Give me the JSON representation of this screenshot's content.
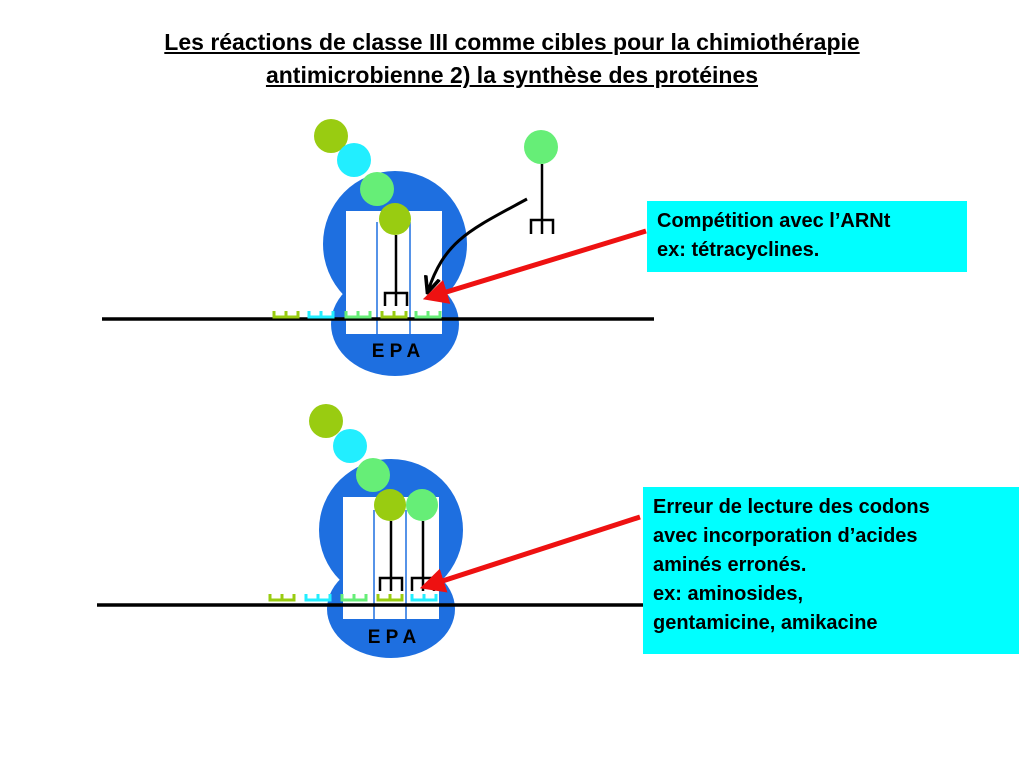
{
  "title": {
    "line1": "Les réactions  de classe III comme cibles pour la chimiothérapie",
    "line2": "antimicrobienne 2) la synthèse des protéines"
  },
  "diagram_top": {
    "site_labels": "E P A",
    "callout": {
      "line1": "Compétition avec l’ARNt",
      "line2": "ex: tétracyclines."
    }
  },
  "diagram_bottom": {
    "site_labels": "E P A",
    "callout": {
      "line1": "Erreur de lecture des codons",
      "line2": "avec incorporation d’acides",
      "line3": "aminés erronés.",
      "line4": "ex: aminosides,",
      "line5": "gentamicine, amikacine"
    }
  },
  "colors": {
    "ribosome": "#1e6fe0",
    "callout_bg": "#00ffff",
    "arrow": "#ee1111",
    "amino_olive": "#99cc11",
    "amino_cyan": "#22eeff",
    "amino_green": "#66ee77"
  }
}
